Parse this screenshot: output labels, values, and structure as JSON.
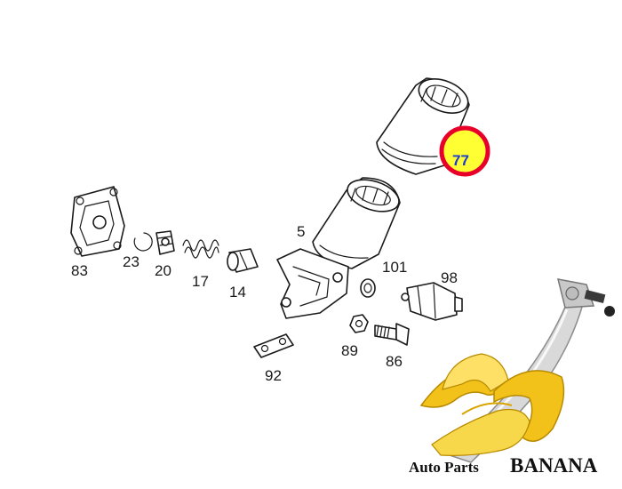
{
  "diagram": {
    "labels": {
      "p83": "83",
      "p23": "23",
      "p20": "20",
      "p17": "17",
      "p14": "14",
      "p5": "5",
      "p101": "101",
      "p98": "98",
      "p89": "89",
      "p86": "86",
      "p92": "92"
    },
    "highlight": {
      "label": "77",
      "ring_color": "#e8002a",
      "fill_color": "#ffff33"
    }
  },
  "brand": {
    "prefix": "Auto Parts",
    "name": "BANANA",
    "banana_color": "#f2c21b"
  }
}
